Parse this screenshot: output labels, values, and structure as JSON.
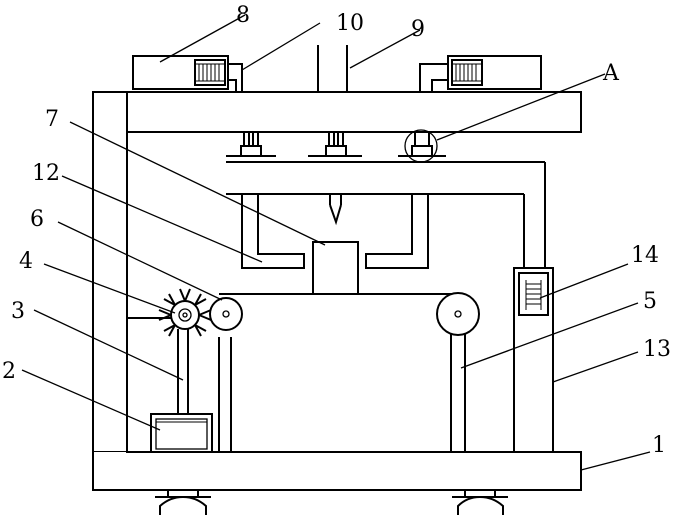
{
  "labels": {
    "l1": "1",
    "l2": "2",
    "l3": "3",
    "l4": "4",
    "l5": "5",
    "l6": "6",
    "l7": "7",
    "l8": "8",
    "l9": "9",
    "l10": "10",
    "l12": "12",
    "l13": "13",
    "l14": "14",
    "lA": "A"
  }
}
